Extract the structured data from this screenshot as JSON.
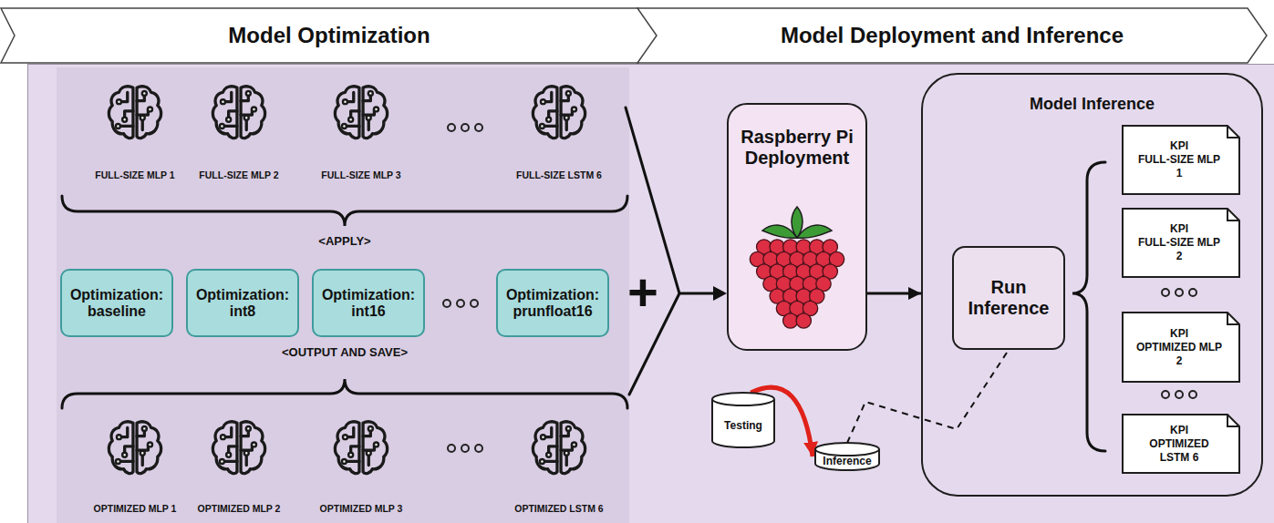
{
  "diagram": {
    "nodes": [
      {
        "text": [
          "Model Optimization"
        ]
      },
      {
        "text": [
          "Model Deployment and Inference"
        ]
      },
      {
        "text": [
          "FULL-SIZE MLP 1"
        ]
      },
      {
        "text": [
          "FULL-SIZE MLP 2"
        ]
      },
      {
        "text": [
          "FULL-SIZE MLP 3"
        ]
      },
      {
        "text": [
          "FULL-SIZE LSTM 6"
        ]
      },
      {
        "text": [
          "Optimization: baseline"
        ]
      },
      {
        "text": [
          "Optimization: int8"
        ]
      },
      {
        "text": [
          "Optimization: int16"
        ]
      },
      {
        "text": [
          "Optimization: prunfloat16"
        ]
      },
      {
        "text": [
          "OPTIMIZED MLP 1"
        ]
      },
      {
        "text": [
          "OPTIMIZED MLP 2"
        ]
      },
      {
        "text": [
          "OPTIMIZED MLP 3"
        ]
      },
      {
        "text": [
          "OPTIMIZED LSTM 6"
        ]
      },
      {
        "text": [
          "Raspberry Pi Deployment"
        ]
      },
      {
        "text": [
          "Model Inference"
        ]
      },
      {
        "text": [
          "Run Inference"
        ],
        "in": 15
      },
      {
        "text": [
          "KPI",
          "FULL-SIZE MLP 1"
        ],
        "in": 15
      },
      {
        "text": [
          "KPI",
          "FULL-SIZE MLP 2"
        ],
        "in": 15
      },
      {
        "text": [
          "KPI",
          "OPTIMIZED MLP 2"
        ],
        "in": 15
      },
      {
        "text": [
          "KPI",
          "OPTIMIZED LSTM 6"
        ],
        "in": 15
      },
      {
        "text": [
          "Testing"
        ]
      },
      {
        "text": [
          "Inference"
        ]
      }
    ],
    "edges": [
      {
        "from": 14,
        "to": 15,
        "arrow": "to"
      },
      {
        "from": 21,
        "to": 22,
        "arrow": "to"
      },
      {
        "from": 22,
        "to": 16,
        "arrow": "none"
      }
    ],
    "labels": [
      "<APPLY>",
      "<OUTPUT AND SAVE>",
      "+"
    ]
  }
}
